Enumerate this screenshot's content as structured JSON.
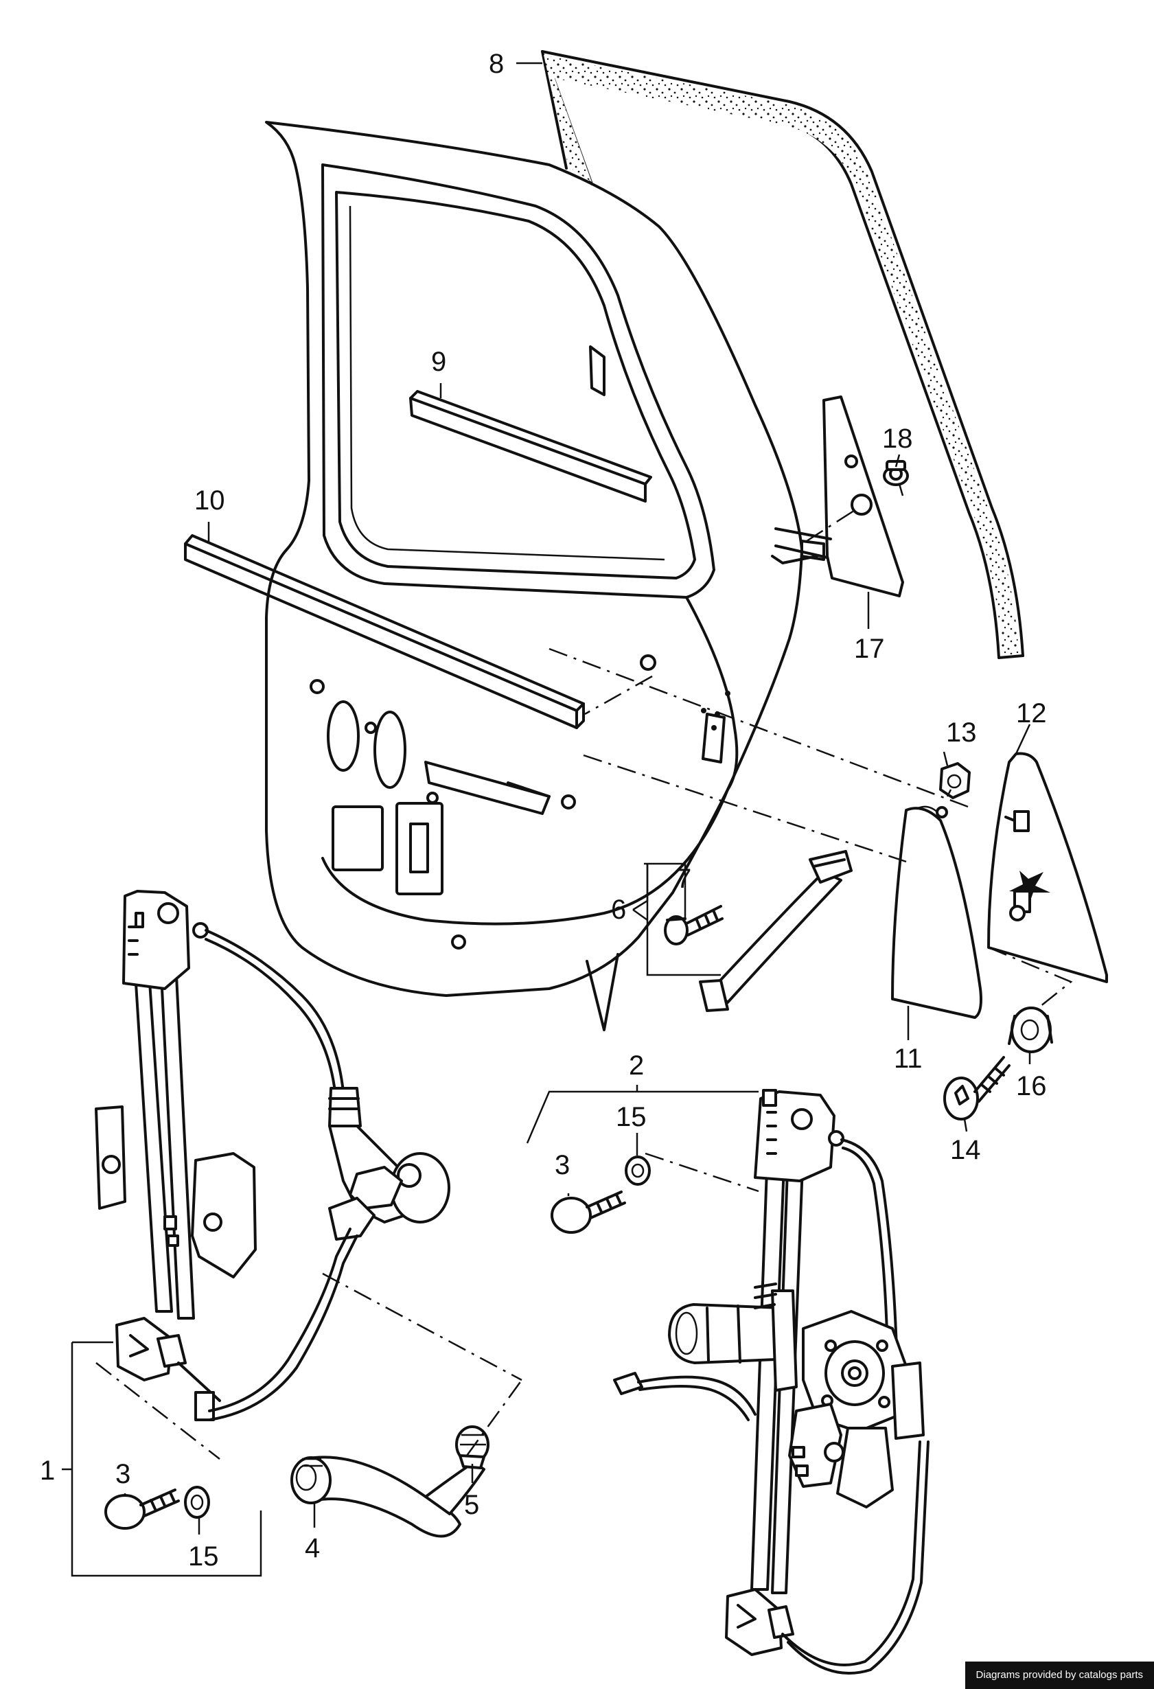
{
  "callouts": {
    "c1": "1",
    "c2": "2",
    "c3a": "3",
    "c3b": "3",
    "c4": "4",
    "c5": "5",
    "c6": "6",
    "c7": "7",
    "c8": "8",
    "c9": "9",
    "c10": "10",
    "c11": "11",
    "c12": "12",
    "c13": "13",
    "c14": "14",
    "c15a": "15",
    "c15b": "15",
    "c16": "16",
    "c17": "17",
    "c18": "18"
  },
  "footer": {
    "credit": "Diagrams provided by catalogs parts"
  }
}
